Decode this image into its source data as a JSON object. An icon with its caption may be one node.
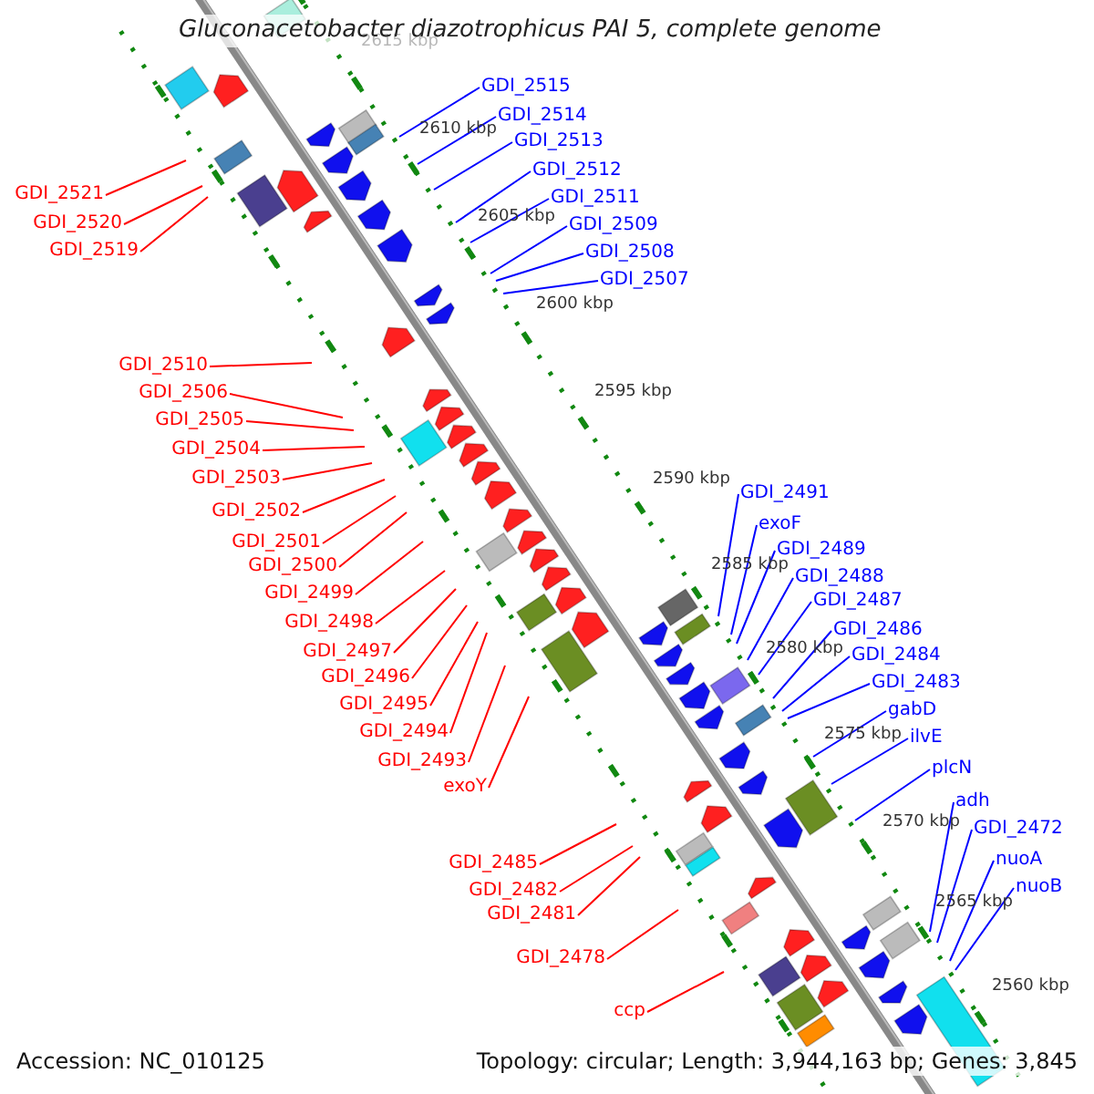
{
  "diagram": {
    "title": "Gluconacetobacter diazotrophicus PAI 5, complete genome",
    "nodes": [
      {
        "text": [
          "GDI_2515"
        ]
      },
      {
        "text": [
          "GDI_2514"
        ]
      },
      {
        "text": [
          "GDI_2513"
        ]
      },
      {
        "text": [
          "GDI_2512"
        ]
      },
      {
        "text": [
          "GDI_2521"
        ]
      },
      {
        "text": [
          "GDI_2511"
        ]
      },
      {
        "text": [
          "GDI_2520"
        ]
      },
      {
        "text": [
          "GDI_2509"
        ]
      },
      {
        "text": [
          "GDI_2519"
        ]
      },
      {
        "text": [
          "GDI_2508"
        ]
      },
      {
        "text": [
          "GDI_2507"
        ]
      },
      {
        "text": [
          "GDI_2510"
        ]
      },
      {
        "text": [
          "GDI_2506"
        ]
      },
      {
        "text": [
          "GDI_2505"
        ]
      },
      {
        "text": [
          "GDI_2504"
        ]
      },
      {
        "text": [
          "GDI_2503"
        ]
      },
      {
        "text": [
          "GDI_2491"
        ]
      },
      {
        "text": [
          "GDI_2502"
        ]
      },
      {
        "text": [
          "exoF"
        ]
      },
      {
        "text": [
          "GDI_2501"
        ]
      },
      {
        "text": [
          "GDI_2489"
        ]
      },
      {
        "text": [
          "GDI_2500"
        ]
      },
      {
        "text": [
          "GDI_2488"
        ]
      },
      {
        "text": [
          "GDI_2499"
        ]
      },
      {
        "text": [
          "GDI_2487"
        ]
      },
      {
        "text": [
          "GDI_2498"
        ]
      },
      {
        "text": [
          "GDI_2486"
        ]
      },
      {
        "text": [
          "GDI_2497"
        ]
      },
      {
        "text": [
          "GDI_2484"
        ]
      },
      {
        "text": [
          "GDI_2496"
        ]
      },
      {
        "text": [
          "GDI_2483"
        ]
      },
      {
        "text": [
          "GDI_2495"
        ]
      },
      {
        "text": [
          "gabD"
        ]
      },
      {
        "text": [
          "GDI_2494"
        ]
      },
      {
        "text": [
          "ilvE"
        ]
      },
      {
        "text": [
          "GDI_2493"
        ]
      },
      {
        "text": [
          "plcN"
        ]
      },
      {
        "text": [
          "exoY"
        ]
      },
      {
        "text": [
          "adh"
        ]
      },
      {
        "text": [
          "GDI_2472"
        ]
      },
      {
        "text": [
          "nuoA"
        ]
      },
      {
        "text": [
          "GDI_2485"
        ]
      },
      {
        "text": [
          "nuoB"
        ]
      },
      {
        "text": [
          "GDI_2482"
        ]
      },
      {
        "text": [
          "GDI_2481"
        ]
      },
      {
        "text": [
          "GDI_2478"
        ]
      },
      {
        "text": [
          "ccp"
        ]
      }
    ],
    "edges": [
      {
        "from": 0,
        "to": null,
        "arrow": "none",
        "color": "#0000ff"
      },
      {
        "from": 1,
        "to": null,
        "arrow": "none",
        "color": "#0000ff"
      },
      {
        "from": 2,
        "to": null,
        "arrow": "none",
        "color": "#0000ff"
      },
      {
        "from": 3,
        "to": null,
        "arrow": "none",
        "color": "#0000ff"
      },
      {
        "from": 4,
        "to": null,
        "arrow": "none"
      },
      {
        "from": 5,
        "to": null,
        "arrow": "none",
        "color": "#0000ff"
      },
      {
        "from": 6,
        "to": null,
        "arrow": "none"
      },
      {
        "from": 7,
        "to": null,
        "arrow": "none",
        "color": "#0000ff"
      },
      {
        "from": 8,
        "to": null,
        "arrow": "none"
      },
      {
        "from": 9,
        "to": null,
        "arrow": "none",
        "color": "#0000ff"
      },
      {
        "from": 10,
        "to": null,
        "arrow": "none",
        "color": "#0000ff"
      },
      {
        "from": 11,
        "to": null,
        "arrow": "none"
      },
      {
        "from": 12,
        "to": null,
        "arrow": "none"
      },
      {
        "from": 13,
        "to": null,
        "arrow": "none"
      },
      {
        "from": 14,
        "to": null,
        "arrow": "none"
      },
      {
        "from": 15,
        "to": null,
        "arrow": "none"
      },
      {
        "from": 16,
        "to": null,
        "arrow": "none",
        "color": "#0000ff"
      },
      {
        "from": 17,
        "to": null,
        "arrow": "none"
      },
      {
        "from": 18,
        "to": null,
        "arrow": "none",
        "color": "#0000ff"
      },
      {
        "from": 19,
        "to": null,
        "arrow": "none"
      },
      {
        "from": 20,
        "to": null,
        "arrow": "none",
        "color": "#0000ff"
      },
      {
        "from": 21,
        "to": null,
        "arrow": "none"
      },
      {
        "from": 22,
        "to": null,
        "arrow": "none",
        "color": "#0000ff"
      },
      {
        "from": 23,
        "to": null,
        "arrow": "none"
      },
      {
        "from": 24,
        "to": null,
        "arrow": "none",
        "color": "#0000ff"
      },
      {
        "from": 25,
        "to": null,
        "arrow": "none"
      },
      {
        "from": 26,
        "to": null,
        "arrow": "none",
        "color": "#0000ff"
      },
      {
        "from": 27,
        "to": null,
        "arrow": "none"
      },
      {
        "from": 28,
        "to": null,
        "arrow": "none",
        "color": "#0000ff"
      },
      {
        "from": 29,
        "to": null,
        "arrow": "none"
      },
      {
        "from": 30,
        "to": null,
        "arrow": "none",
        "color": "#0000ff"
      },
      {
        "from": 31,
        "to": null,
        "arrow": "none"
      },
      {
        "from": 32,
        "to": null,
        "arrow": "none",
        "color": "#0000ff"
      },
      {
        "from": 33,
        "to": null,
        "arrow": "none"
      },
      {
        "from": 34,
        "to": null,
        "arrow": "none",
        "color": "#0000ff"
      },
      {
        "from": 35,
        "to": null,
        "arrow": "none"
      },
      {
        "from": 36,
        "to": null,
        "arrow": "none",
        "color": "#0000ff"
      },
      {
        "from": 37,
        "to": null,
        "arrow": "none"
      },
      {
        "from": 38,
        "to": null,
        "arrow": "none",
        "color": "#0000ff"
      },
      {
        "from": 39,
        "to": null,
        "arrow": "none",
        "color": "#0000ff"
      },
      {
        "from": 40,
        "to": null,
        "arrow": "none",
        "color": "#0000ff"
      },
      {
        "from": 41,
        "to": null,
        "arrow": "none"
      },
      {
        "from": 42,
        "to": null,
        "arrow": "none",
        "color": "#0000ff"
      },
      {
        "from": 43,
        "to": null,
        "arrow": "none"
      },
      {
        "from": 44,
        "to": null,
        "arrow": "none"
      },
      {
        "from": 45,
        "to": null,
        "arrow": "none"
      },
      {
        "from": 46,
        "to": null,
        "arrow": "none"
      }
    ],
    "labels": [
      "2615 kbp",
      "2610 kbp",
      "2605 kbp",
      "2600 kbp",
      "2595 kbp",
      "2590 kbp",
      "2585 kbp",
      "2580 kbp",
      "2575 kbp",
      "2570 kbp",
      "2565 kbp",
      "2560 kbp",
      "Accession: NC_010125",
      "Topology: circular; Length: 3,944,163 bp; Genes: 3,845"
    ]
  }
}
